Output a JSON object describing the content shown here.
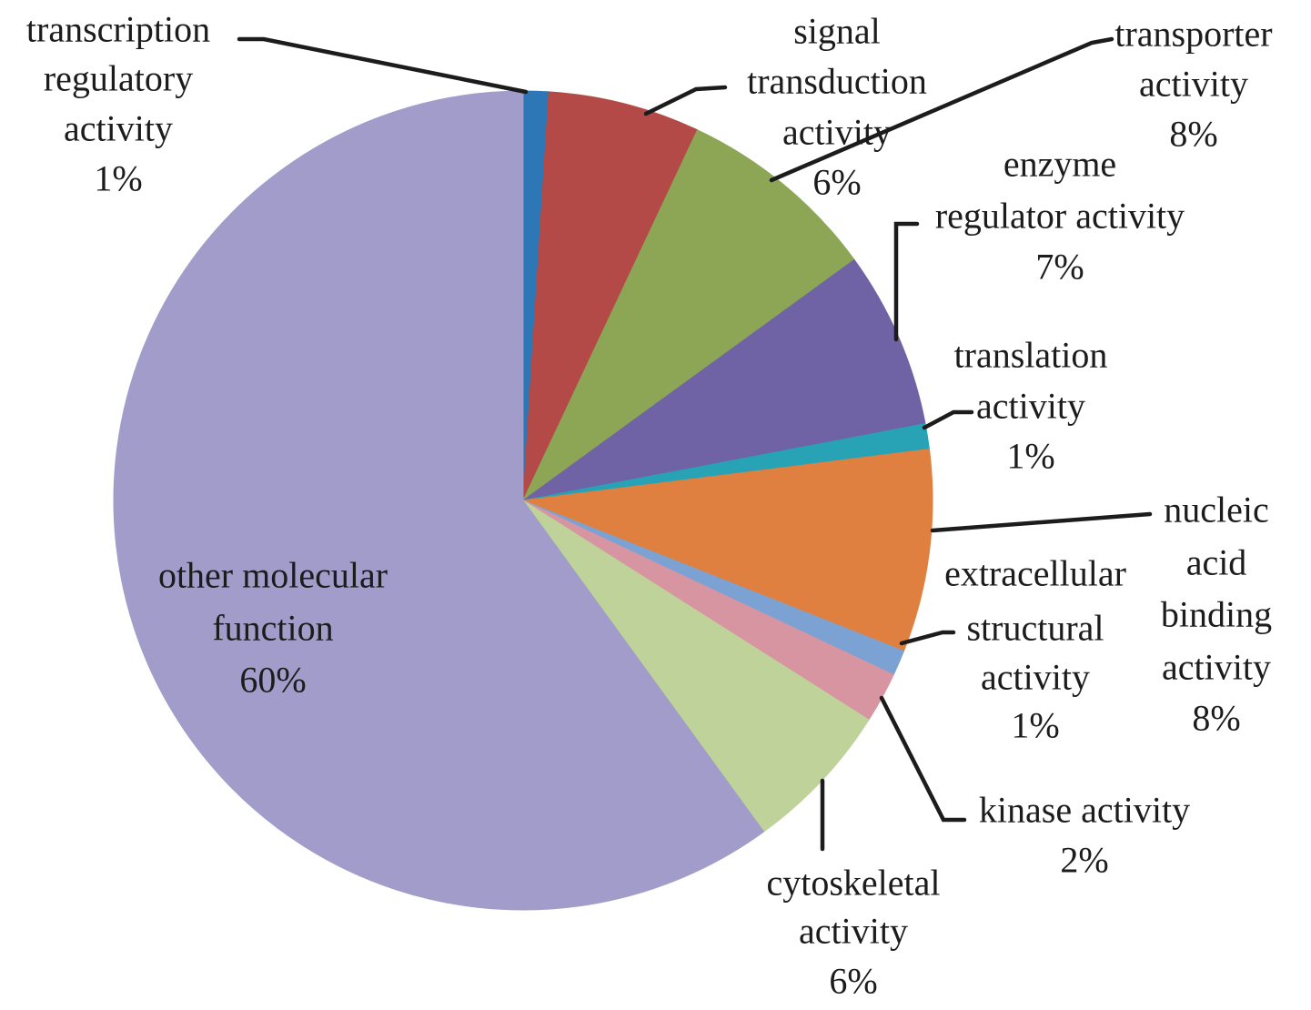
{
  "figure": {
    "background_color": "#ffffff",
    "text_color": "#1c1c1c",
    "leader_line_color": "#1c1c1c"
  },
  "chart_data": {
    "type": "pie",
    "title": "",
    "start_angle_deg": 0,
    "direction": "clockwise",
    "legend_position": "none",
    "labels_style": "outside labels with percentage and leader lines; largest slice labeled inside",
    "total_pct": 100,
    "segments": [
      {
        "label": "transcription regulatory activity",
        "value_pct": 1,
        "color": "#2E77B6",
        "label_lines": [
          "transcription",
          "regulatory",
          "activity",
          "1%"
        ]
      },
      {
        "label": "signal transduction activity",
        "value_pct": 6,
        "color": "#B44A47",
        "label_lines": [
          "signal",
          "transduction",
          "activity",
          "6%"
        ]
      },
      {
        "label": "transporter activity",
        "value_pct": 8,
        "color": "#8CA655",
        "label_lines": [
          "transporter",
          "activity",
          "8%"
        ]
      },
      {
        "label": "enzyme regulator activity",
        "value_pct": 7,
        "color": "#6F63A5",
        "label_lines": [
          "enzyme",
          "regulator activity",
          "7%"
        ]
      },
      {
        "label": "translation activity",
        "value_pct": 1,
        "color": "#28A3B5",
        "label_lines": [
          "translation",
          "activity",
          "1%"
        ]
      },
      {
        "label": "nucleic acid binding activity",
        "value_pct": 8,
        "color": "#E08040",
        "label_lines": [
          "nucleic",
          "acid",
          "binding",
          "activity",
          "8%"
        ]
      },
      {
        "label": "extracellular structural activity",
        "value_pct": 1,
        "color": "#7CA2D4",
        "label_lines": [
          "extracellular",
          "structural",
          "activity",
          "1%"
        ]
      },
      {
        "label": "kinase activity",
        "value_pct": 2,
        "color": "#D795A2",
        "label_lines": [
          "kinase activity",
          "2%"
        ]
      },
      {
        "label": "cytoskeletal activity",
        "value_pct": 6,
        "color": "#BED29A",
        "label_lines": [
          "cytoskeletal",
          "activity",
          "6%"
        ]
      },
      {
        "label": "other molecular function",
        "value_pct": 60,
        "color": "#A19CC9",
        "label_lines": [
          "other molecular",
          "function",
          "60%"
        ]
      }
    ]
  }
}
